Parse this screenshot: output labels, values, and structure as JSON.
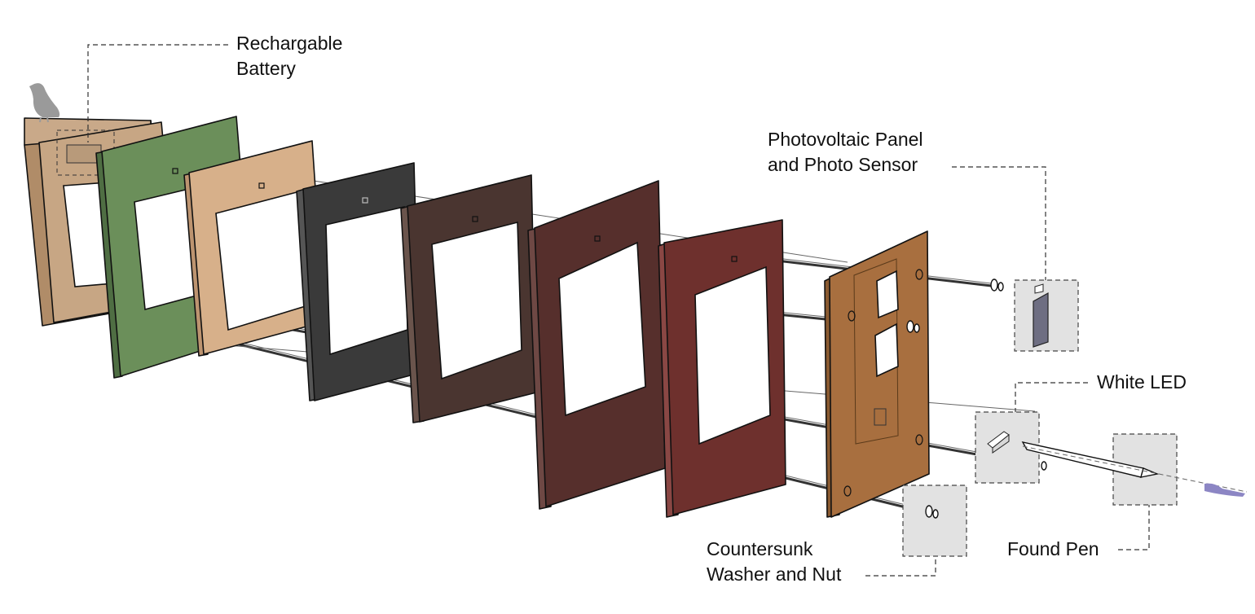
{
  "diagram": {
    "labels": {
      "battery": [
        "Rechargable",
        "Battery"
      ],
      "photovoltaic": [
        "Photovoltaic Panel",
        "and Photo Sensor"
      ],
      "led": [
        "White LED"
      ],
      "washer": [
        "Countersunk",
        "Washer and Nut"
      ],
      "pen": [
        "Found Pen"
      ]
    },
    "panel_colors": [
      "#c7a684",
      "#6b8f5a",
      "#d7b08a",
      "#3a3a3a",
      "#4a3530",
      "#562f2c",
      "#6e302d",
      "#a86f3f"
    ],
    "accent_colors": {
      "callout_fill": "#e2e2e2",
      "solar_cell": "#6e6e82",
      "pen_tip": "#8c86c4",
      "bird": "#9a9a9a"
    }
  }
}
